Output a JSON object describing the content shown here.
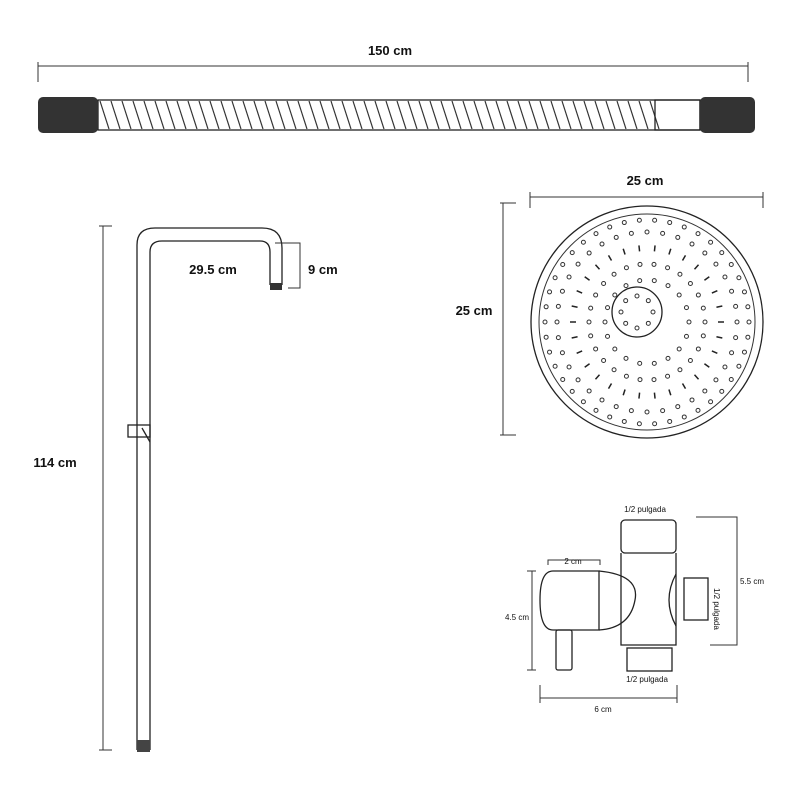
{
  "hose": {
    "length_label": "150 cm"
  },
  "column": {
    "height_label": "114 cm",
    "arm_label": "29.5 cm",
    "drop_label": "9 cm"
  },
  "shower_head": {
    "width_label": "25 cm",
    "height_label": "25 cm"
  },
  "diverter": {
    "top_thread_label": "1/2 pulgada",
    "side_thread_label": "1/2 pulgada",
    "bottom_thread_label": "1/2 pulgada",
    "knob_width_label": "2 cm",
    "knob_height_label": "4.5 cm",
    "total_height_label": "5.5 cm",
    "total_width_label": "6 cm"
  }
}
